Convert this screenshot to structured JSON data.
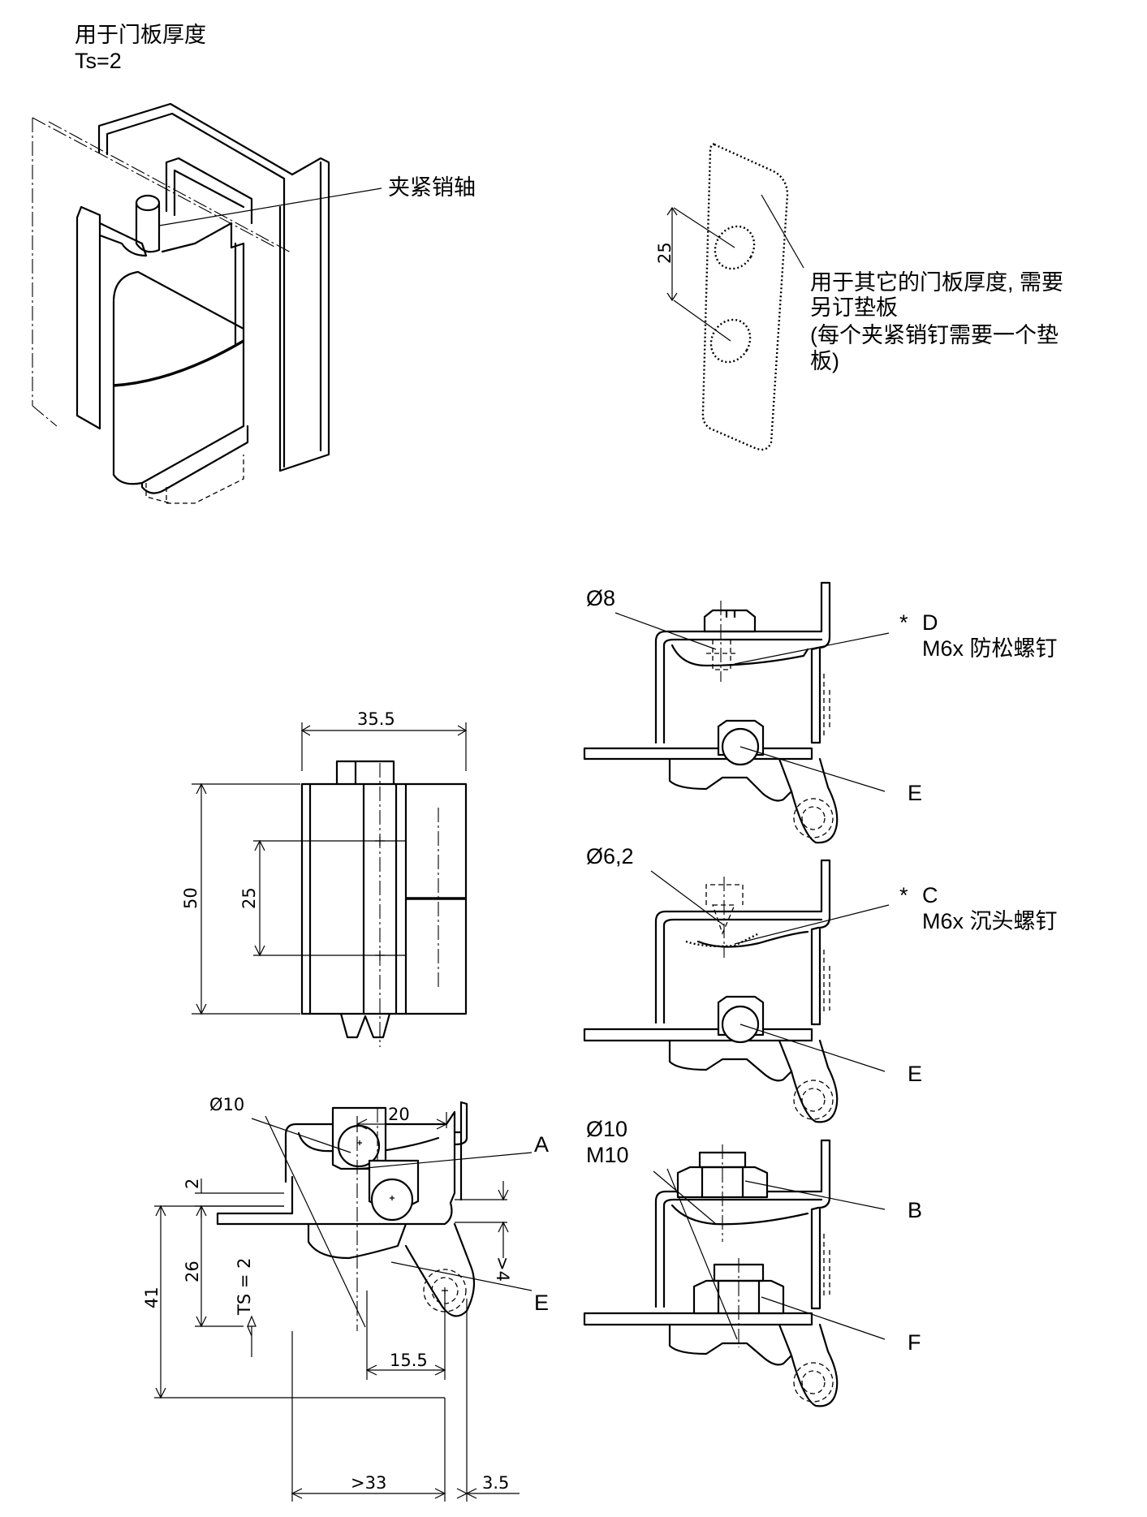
{
  "header": {
    "title_line1": "用于门板厚度",
    "title_line2": "Ts=2"
  },
  "callouts": {
    "clamp_pin": "夹紧销轴",
    "shim_line1": "用于其它的门板厚度, 需要",
    "shim_line2": "另订垫板",
    "shim_line3": "(每个夹紧销钉需要一个垫",
    "shim_line4": "板)"
  },
  "shim": {
    "dim_25": "25"
  },
  "front_view": {
    "dim_35_5": "35.5",
    "dim_50": "50",
    "dim_25": "25"
  },
  "section_main": {
    "dia": "Ø10",
    "dim_20": "20",
    "dim_2": "2",
    "dim_26": "26",
    "dim_41": "41",
    "dim_ts": "TS = 2",
    "dim_gt4": ">4",
    "dim_15_5": "15.5",
    "dim_gt33": ">33",
    "dim_3_5": "3.5",
    "label_a": "A",
    "label_e": "E"
  },
  "section_d": {
    "dia": "Ø8",
    "star": "*",
    "label": "D",
    "desc": "M6x 防松螺钉",
    "label_e": "E"
  },
  "section_c": {
    "dia": "Ø6,2",
    "star": "*",
    "label": "C",
    "desc": "M6x 沉头螺钉",
    "label_e": "E"
  },
  "section_b": {
    "dia_line1": "Ø10",
    "dia_line2": "M10",
    "label_b": "B",
    "label_f": "F"
  }
}
